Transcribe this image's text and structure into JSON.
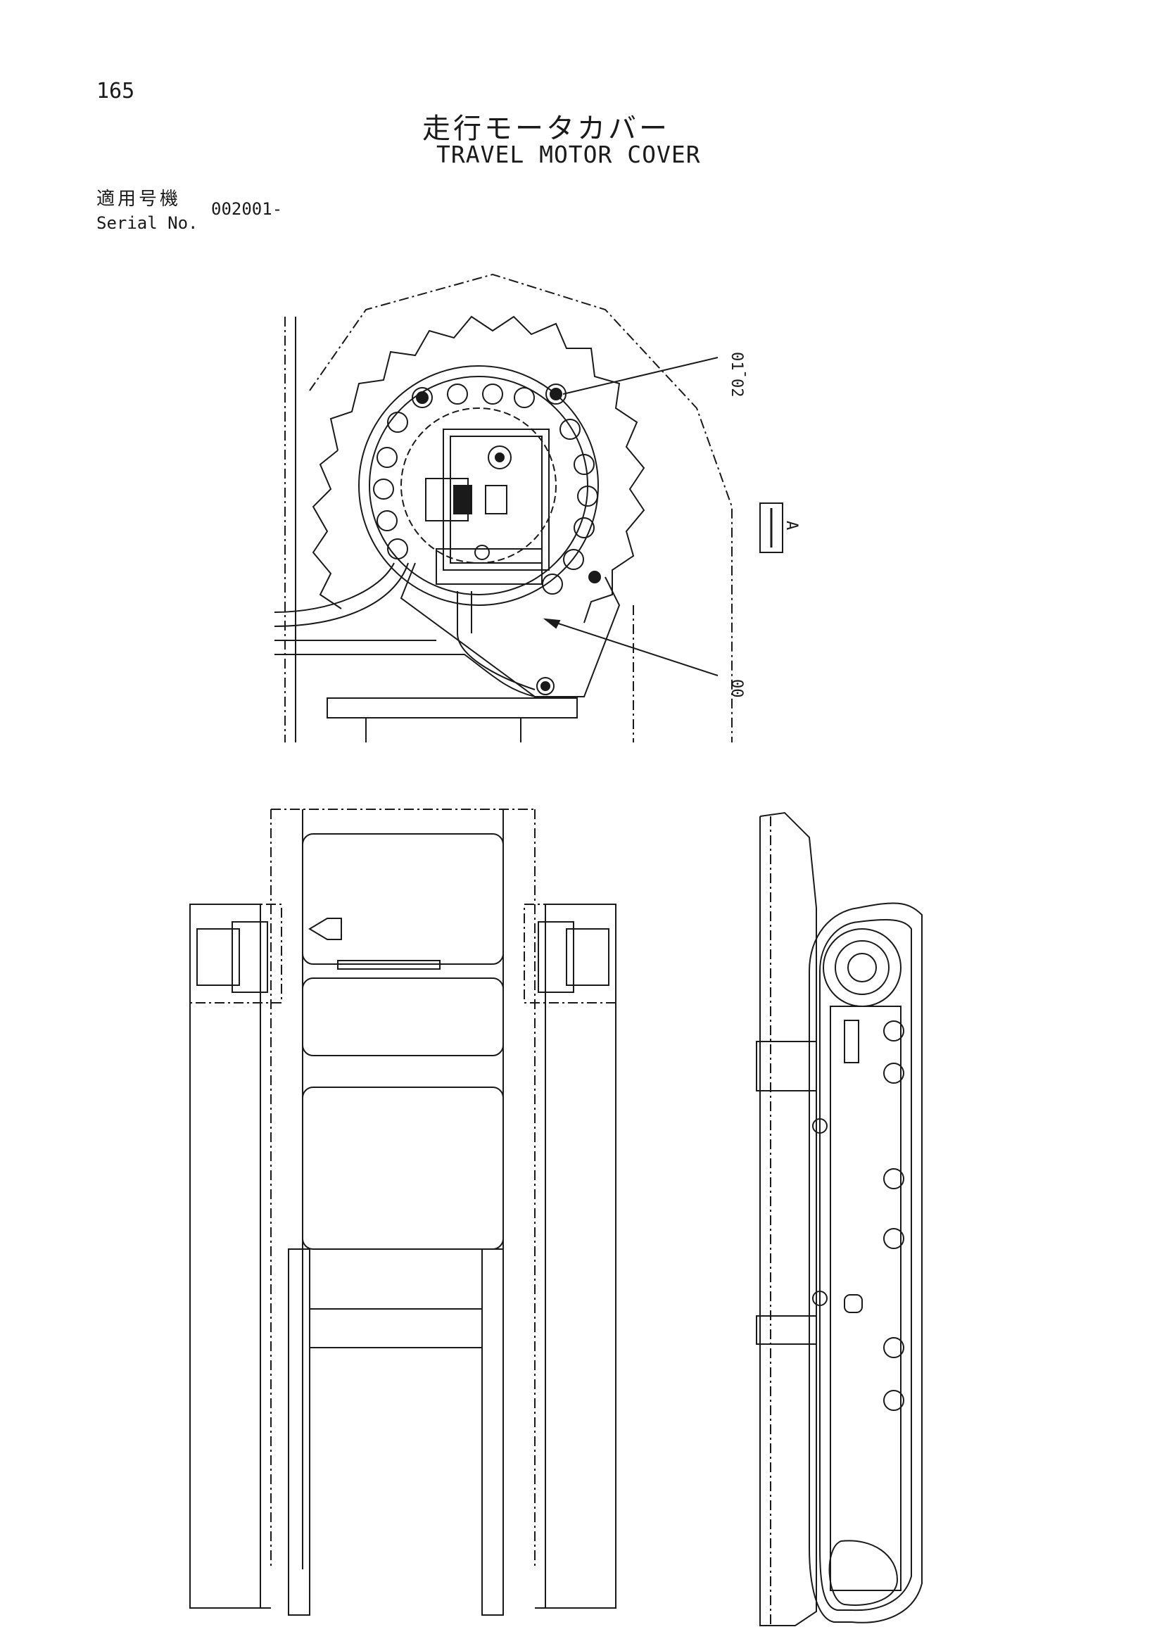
{
  "page": {
    "number": "165",
    "title_jp": "走行モータカバー",
    "title_en": "TRAVEL MOTOR COVER",
    "serial_label_jp": "適用号機",
    "serial_label_en": "Serial No.",
    "serial_value": "002001-"
  },
  "callouts": {
    "c1": "01",
    "c2": "02",
    "c_dash": "-",
    "c3": "00",
    "view_label": "A"
  },
  "icons": [
    "sprocket-drawing",
    "undercarriage-top-view",
    "undercarriage-side-view",
    "view-arrow-icon"
  ]
}
